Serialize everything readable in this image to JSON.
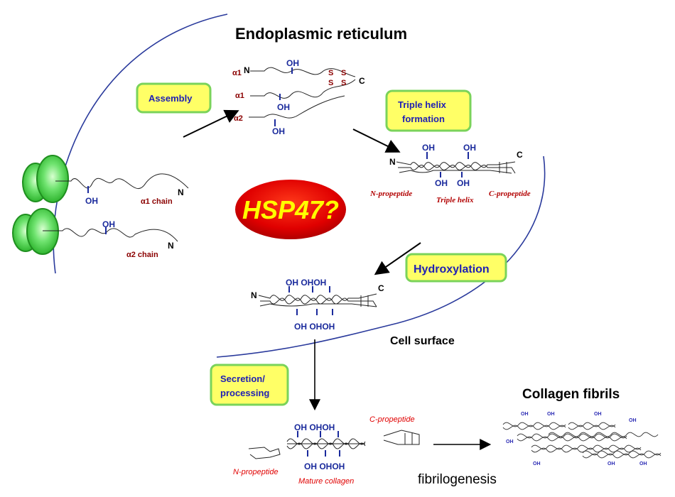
{
  "title": "Endoplasmic reticulum",
  "steps": {
    "assembly": "Assembly",
    "triple_helix_1": "Triple helix",
    "triple_helix_2": "formation",
    "hydroxylation": "Hydroxylation",
    "secretion_1": "Secretion/",
    "secretion_2": "processing"
  },
  "center_label": "HSP47?",
  "chains": {
    "alpha1": "α1 chain",
    "alpha2": "α2 chain",
    "a1": "α1",
    "a2": "α2"
  },
  "propeptides": {
    "n": "N-propeptide",
    "triple": "Triple helix",
    "c": "C-propeptide",
    "mature": "Mature collagen"
  },
  "oh": "OH",
  "oh_group": "OH OHOH",
  "oh_top": "OH  OHOH",
  "n_term": "N",
  "c_term": "C",
  "s_bond": "S",
  "cell_surface": "Cell surface",
  "collagen_fibrils": "Collagen fibrils",
  "fibrilogenesis": "fibrilogenesis",
  "colors": {
    "callout_fill": "#ffff66",
    "callout_border": "#7ad35a",
    "membrane": "#2a3a9c",
    "ribosome": "#3fcf3f"
  }
}
